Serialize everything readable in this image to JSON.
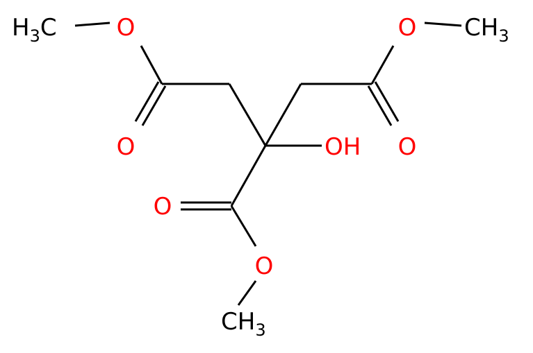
{
  "molecule": {
    "colors": {
      "bond": "#000000",
      "oxygen": "#ff0000",
      "carbon": "#000000"
    },
    "labels": {
      "methyl_top_left": {
        "main": "H",
        "sub": "3",
        "tail": "C"
      },
      "methyl_top_right": {
        "main": "CH",
        "sub": "3"
      },
      "methyl_bottom": {
        "main": "CH",
        "sub": "3"
      },
      "ester_o_top_left": "O",
      "carbonyl_o_left": "O",
      "ester_o_top_right": "O",
      "carbonyl_o_right": "O",
      "hydroxyl": "OH",
      "carbonyl_o_bottom": "O",
      "ester_o_bottom": "O"
    }
  }
}
